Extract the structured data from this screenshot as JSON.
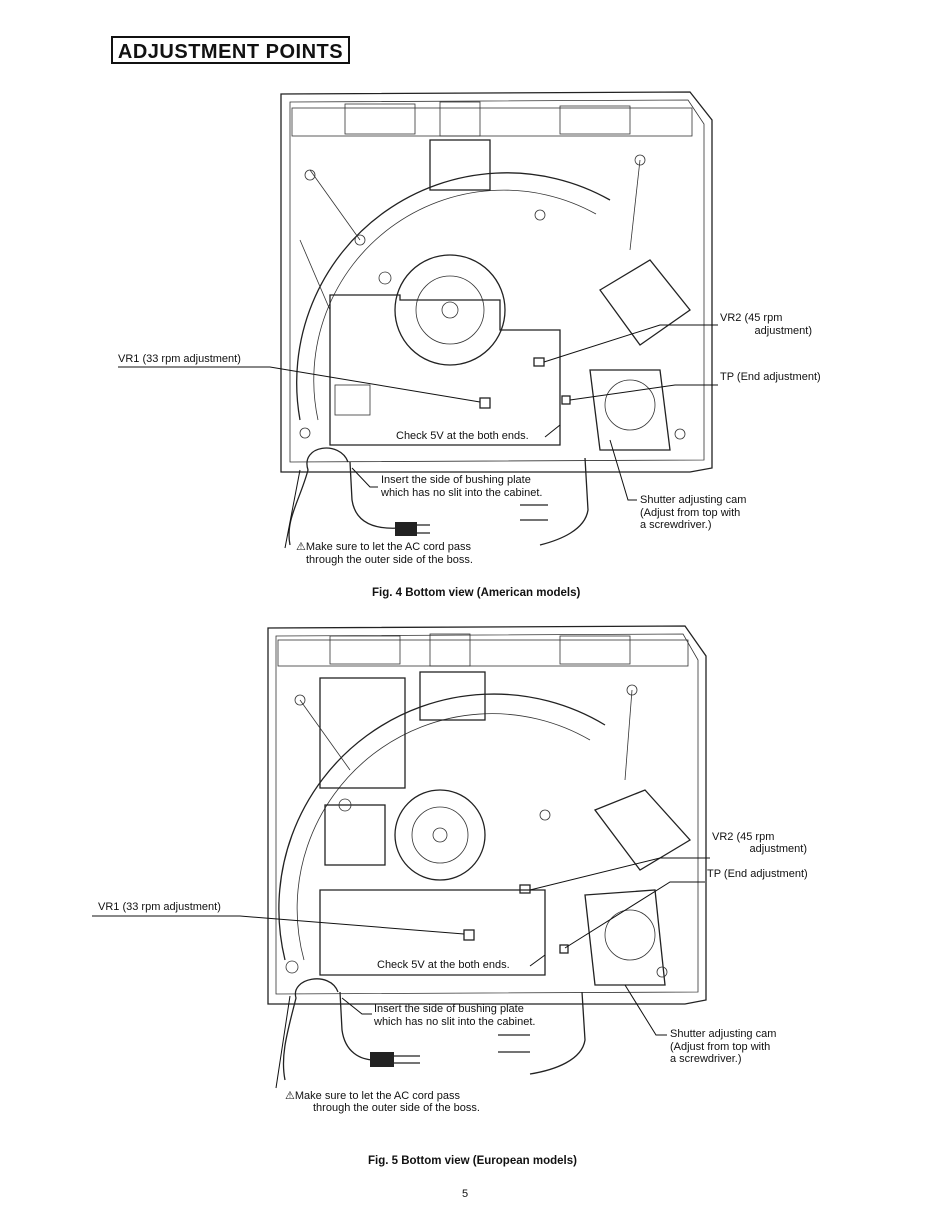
{
  "page_title": "ADJUSTMENT POINTS",
  "page_number": "5",
  "figures": [
    {
      "caption": "Fig. 4  Bottom view (American models)",
      "labels": {
        "vr1": "VR1 (33 rpm adjustment)",
        "vr2_line1": "VR2 (45 rpm",
        "vr2_line2": "adjustment)",
        "tp": "TP (End adjustment)",
        "check": "Check 5V at the both ends.",
        "bushing_line1": "Insert the side of bushing plate",
        "bushing_line2": "which has no slit into the cabinet.",
        "shutter_line1": "Shutter adjusting cam",
        "shutter_line2": "(Adjust from top with",
        "shutter_line3": "a screwdriver.)",
        "cord_line1": "Make sure to let the AC cord pass",
        "cord_line2": "through the outer side of the boss."
      }
    },
    {
      "caption": "Fig. 5  Bottom view (European models)",
      "labels": {
        "vr1": "VR1 (33 rpm adjustment)",
        "vr2_line1": "VR2 (45 rpm",
        "vr2_line2": "adjustment)",
        "tp": "TP (End adjustment)",
        "check": "Check 5V at the both ends.",
        "bushing_line1": "Insert the side of bushing plate",
        "bushing_line2": "which has no slit into the cabinet.",
        "shutter_line1": "Shutter adjusting cam",
        "shutter_line2": "(Adjust from top with",
        "shutter_line3": "a screwdriver.)",
        "cord_line1": "Make sure to let the AC cord pass",
        "cord_line2": "through the outer side of the boss."
      }
    }
  ]
}
